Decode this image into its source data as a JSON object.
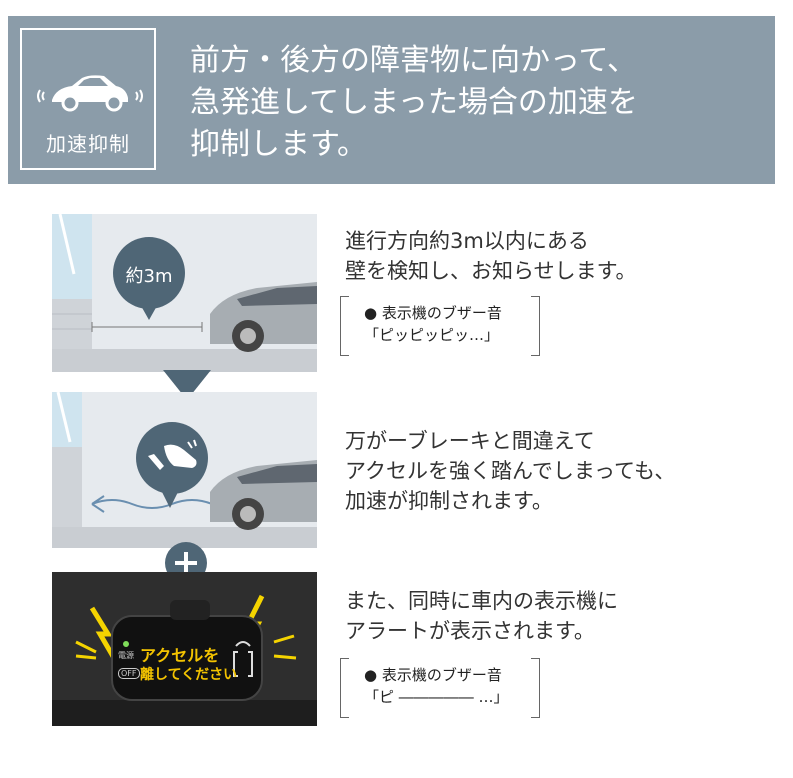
{
  "header": {
    "badge_label": "加速抑制",
    "headline_lines": [
      "前方・後方の障害物に向かって、",
      "急発進してしまった場合の加速を",
      "抑制します。"
    ],
    "colors": {
      "background": "#8b9ca9",
      "text": "#ffffff"
    }
  },
  "steps": [
    {
      "scene": {
        "distance_label": "約3m",
        "icon": "distance-bubble-icon"
      },
      "text_lines": [
        "進行方向約3m以内にある",
        "壁を検知し、お知らせします。"
      ],
      "note": {
        "line1": "● 表示機のブザー音",
        "line2": "「ピッピッピッ…」"
      }
    },
    {
      "scene": {
        "icon": "shoe-pedal-icon"
      },
      "text_lines": [
        "万がーブレーキと間違えて",
        "アクセルを強く踏んでしまっても、",
        "加速が抑制されます。"
      ]
    },
    {
      "scene": {
        "display_line1": "アクセルを",
        "display_line2": "離してください",
        "power_label": "電源",
        "off_label": "OFF",
        "display_text_color": "#f3c300"
      },
      "text_lines": [
        "また、同時に車内の表示機に",
        "アラートが表示されます。"
      ],
      "note": {
        "line1": "● 表示機のブザー音",
        "line2": "「ピ ――――― …」"
      }
    }
  ]
}
